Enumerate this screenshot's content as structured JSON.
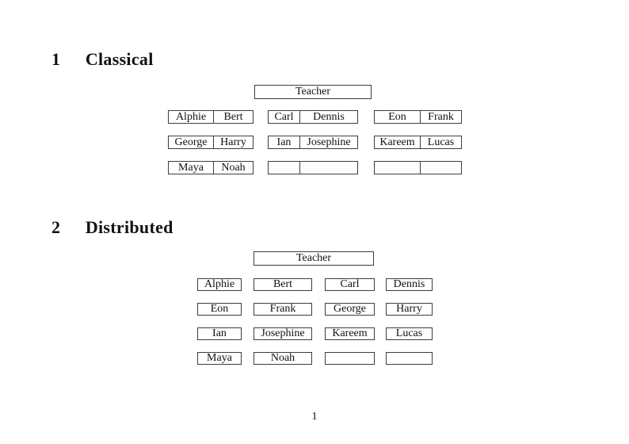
{
  "page": {
    "number": "1"
  },
  "colors": {
    "ink": "#111111",
    "border": "#3d3d3d",
    "background": "#ffffff"
  },
  "sections": {
    "classical": {
      "number": "1",
      "title": "Classical",
      "teacher_label": "Teacher",
      "desks": [
        [
          {
            "left": "Alphie",
            "right": "Bert"
          },
          {
            "left": "Carl",
            "right": "Dennis"
          },
          {
            "left": "Eon",
            "right": "Frank"
          }
        ],
        [
          {
            "left": "George",
            "right": "Harry"
          },
          {
            "left": "Ian",
            "right": "Josephine"
          },
          {
            "left": "Kareem",
            "right": "Lucas"
          }
        ],
        [
          {
            "left": "Maya",
            "right": "Noah"
          },
          {
            "left": "",
            "right": ""
          },
          {
            "left": "",
            "right": ""
          }
        ]
      ]
    },
    "distributed": {
      "number": "2",
      "title": "Distributed",
      "teacher_label": "Teacher",
      "seats": [
        [
          "Alphie",
          "Bert",
          "Carl",
          "Dennis"
        ],
        [
          "Eon",
          "Frank",
          "George",
          "Harry"
        ],
        [
          "Ian",
          "Josephine",
          "Kareem",
          "Lucas"
        ],
        [
          "Maya",
          "Noah",
          "",
          ""
        ]
      ]
    }
  }
}
